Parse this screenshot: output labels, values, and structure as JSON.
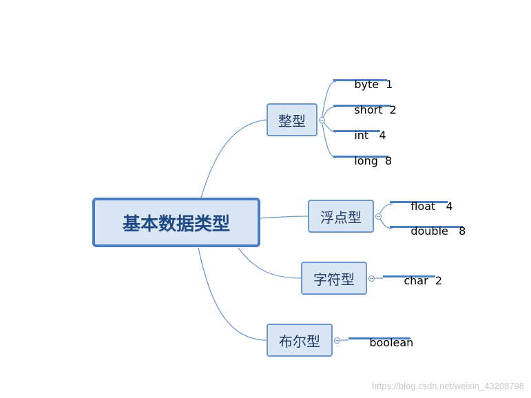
{
  "root": {
    "label": "基本数据类型"
  },
  "branches": [
    {
      "label": "整型",
      "leaves": [
        "byte  1",
        "short  2",
        "int   4",
        "long  8"
      ]
    },
    {
      "label": "浮点型",
      "leaves": [
        "float   4",
        "double   8"
      ]
    },
    {
      "label": "字符型",
      "leaves": [
        "char  2"
      ]
    },
    {
      "label": "布尔型",
      "leaves": [
        "boolean"
      ]
    }
  ],
  "watermark": "https://blog.csdn.net/weixin_43208798",
  "colors": {
    "line": "#6b98cf",
    "accent": "#4a7ec2",
    "node_fill": "#dbe6f4"
  }
}
